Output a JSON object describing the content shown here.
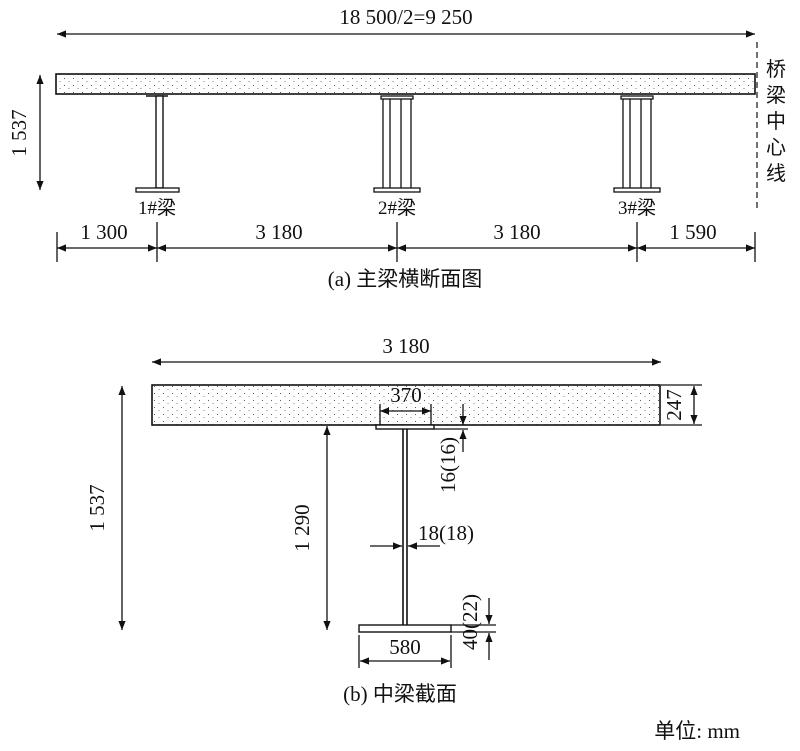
{
  "panel_a": {
    "total_width": "18 500/2=9 250",
    "height": "1 537",
    "centerline_label": "桥梁中心线",
    "beam_labels": [
      "1#梁",
      "2#梁",
      "3#梁"
    ],
    "spacing": [
      "1 300",
      "3 180",
      "3 180",
      "1 590"
    ],
    "caption": "(a) 主梁横断面图"
  },
  "panel_b": {
    "slab_width": "3 180",
    "slab_thickness": "247",
    "top_flange_width": "370",
    "top_flange_thickness": "16(16)",
    "overall_height": "1 537",
    "steel_height": "1 290",
    "web_thickness": "18(18)",
    "bottom_flange_thickness": "40(22)",
    "bottom_flange_width": "580",
    "caption": "(b) 中梁截面"
  },
  "unit_note": "单位: mm"
}
